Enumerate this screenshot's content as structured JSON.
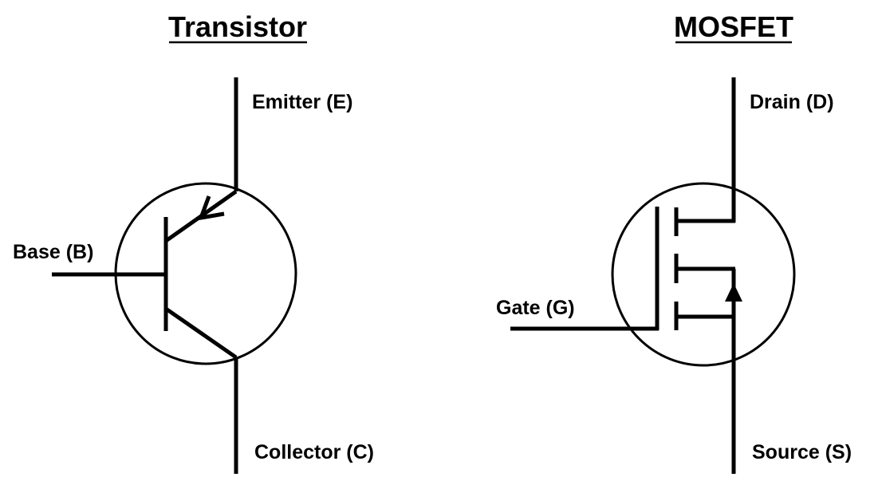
{
  "transistor": {
    "title": "Transistor",
    "emitter_label": "Emitter (E)",
    "base_label": "Base (B)",
    "collector_label": "Collector (C)"
  },
  "mosfet": {
    "title": "MOSFET",
    "drain_label": "Drain (D)",
    "gate_label": "Gate (G)",
    "source_label": "Source (S)"
  },
  "colors": {
    "ink": "#000000",
    "background": "#ffffff"
  }
}
